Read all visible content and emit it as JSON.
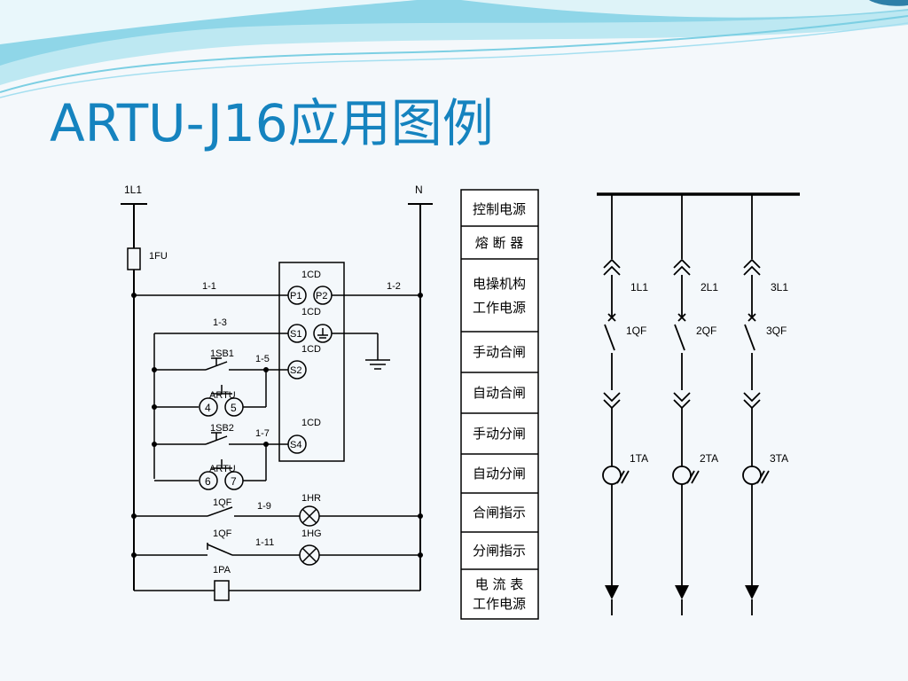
{
  "slide": {
    "title": "ARTU-J16应用图例",
    "colors": {
      "title": "#1583bf",
      "wave_dark": "#5fc3dc",
      "wave_light": "#bde8f2"
    }
  },
  "schematic": {
    "rails": {
      "left": "1L1",
      "right": "N"
    },
    "fuse": "1FU",
    "wires": [
      "1-1",
      "1-2",
      "1-3",
      "1-5",
      "1-7",
      "1-9",
      "1-11"
    ],
    "terminal_block": [
      "1CD",
      "1CD",
      "1CD",
      "1CD"
    ],
    "terminals": [
      "P1",
      "P2",
      "S1",
      "S2",
      "S4"
    ],
    "buttons": [
      "1SB1",
      "1SB2"
    ],
    "artu": {
      "label": "ARTU",
      "pins_close": [
        "4",
        "5"
      ],
      "pins_open": [
        "6",
        "7"
      ]
    },
    "contacts": [
      "1QF",
      "1QF"
    ],
    "lamps": [
      "1HR",
      "1HG"
    ],
    "ammeter": "1PA"
  },
  "function_table": [
    [
      "控制电源"
    ],
    [
      "熔 断 器"
    ],
    [
      "电操机构",
      "工作电源"
    ],
    [
      "手动合闸"
    ],
    [
      "自动合闸"
    ],
    [
      "手动分闸"
    ],
    [
      "自动分闸"
    ],
    [
      "合闸指示"
    ],
    [
      "分闸指示"
    ],
    [
      "电 流 表",
      "工作电源"
    ]
  ],
  "single_line": {
    "feeders": [
      {
        "disconnect": "1L1",
        "breaker": "1QF",
        "ct": "1TA"
      },
      {
        "disconnect": "2L1",
        "breaker": "2QF",
        "ct": "2TA"
      },
      {
        "disconnect": "3L1",
        "breaker": "3QF",
        "ct": "3TA"
      }
    ]
  }
}
